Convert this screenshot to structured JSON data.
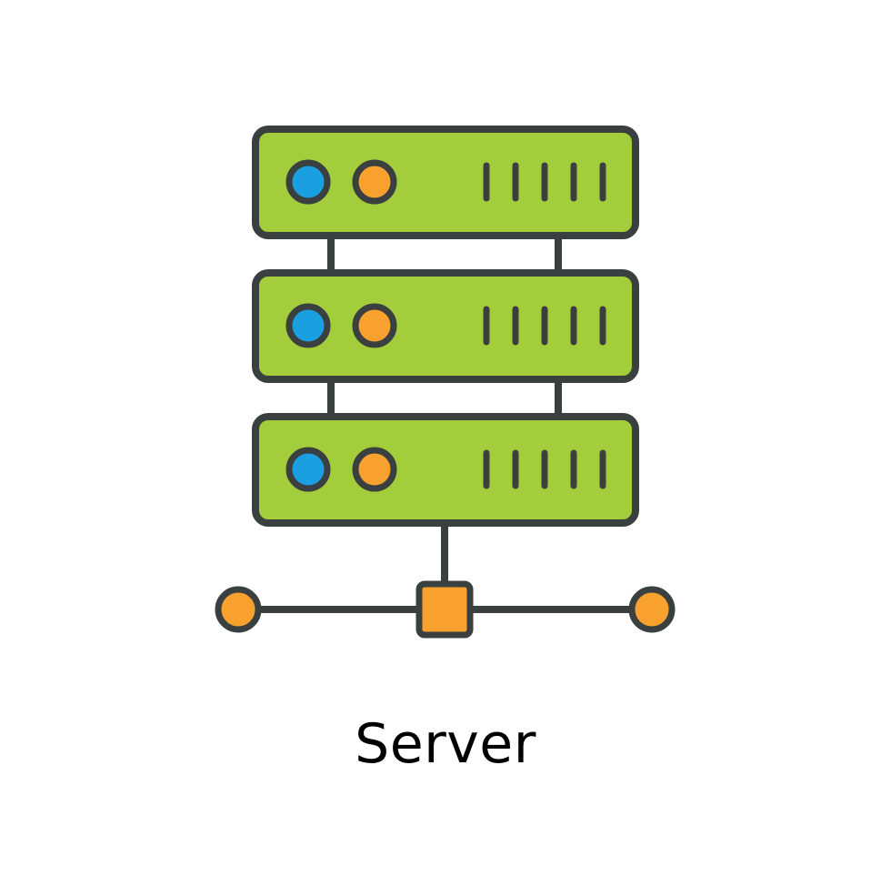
{
  "caption": "Server",
  "icon": {
    "name": "server-network-icon",
    "colors": {
      "outline": "#3a3f3f",
      "rack_fill": "#a3cd3b",
      "led_blue": "#1a9fe0",
      "led_orange": "#f8a12f",
      "node_fill": "#f8a12f"
    },
    "rack_units": 3,
    "vent_slots_per_unit": 5,
    "network_nodes": 3
  }
}
